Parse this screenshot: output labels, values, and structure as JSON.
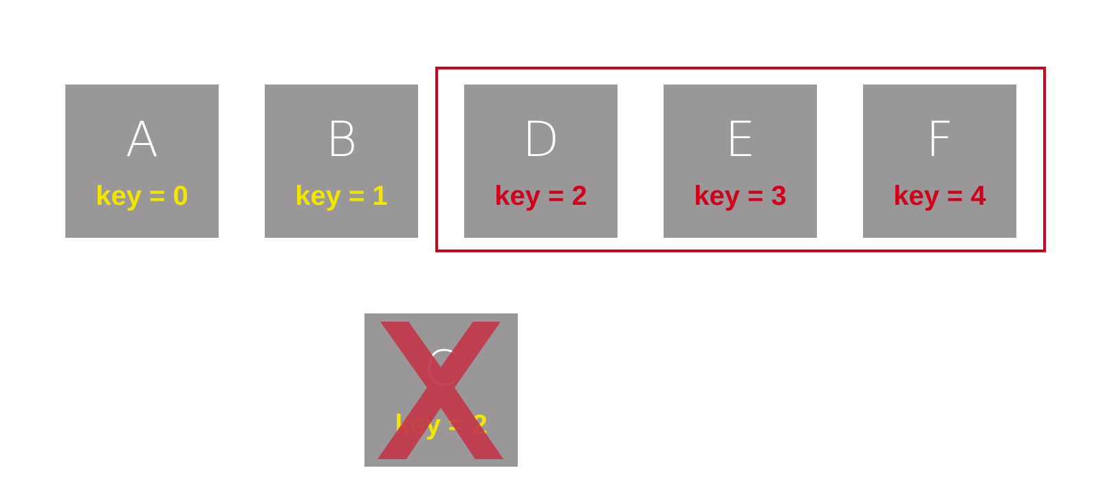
{
  "items": [
    {
      "letter": "A",
      "key": "key = 0"
    },
    {
      "letter": "B",
      "key": "key = 1"
    },
    {
      "letter": "D",
      "key": "key = 2"
    },
    {
      "letter": "E",
      "key": "key = 3"
    },
    {
      "letter": "F",
      "key": "key = 4"
    }
  ],
  "removed": {
    "letter": "C",
    "key": "key = 2"
  },
  "colors": {
    "box": "#999798",
    "letter": "#ffffff",
    "key_unchanged": "#f2e600",
    "key_changed": "#d0021b",
    "highlight": "#d0021b",
    "cross": "#c0374a"
  },
  "icons": {
    "removed_marker": "cross-x-icon"
  }
}
